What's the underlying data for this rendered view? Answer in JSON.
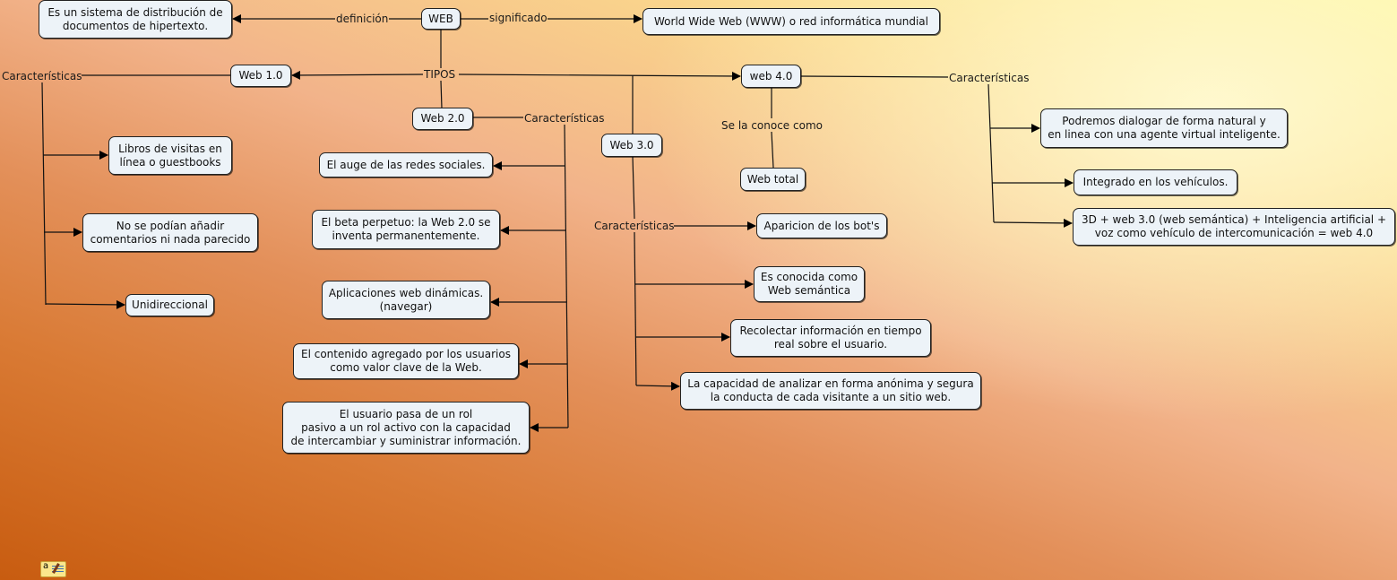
{
  "map": {
    "root": "WEB",
    "definition_link": "definición",
    "definition": "Es un sistema de distribución de\ndocumentos de hipertexto.",
    "meaning_link": "significado",
    "meaning": "World Wide Web (WWW) o red informática mundial",
    "types_link": "TIPOS",
    "web1": {
      "title": "Web 1.0",
      "link": "Características",
      "items": [
        "Libros de visitas en\nlínea o guestbooks",
        "No se podían añadir\ncomentarios ni nada parecido",
        "Unidireccional"
      ]
    },
    "web2": {
      "title": "Web 2.0",
      "link": "Características",
      "items": [
        "El auge de las redes sociales.",
        "El beta perpetuo: la Web 2.0 se\ninventa permanentemente.",
        "Aplicaciones web dinámicas.\n(navegar)",
        "El contenido agregado por los usuarios\ncomo valor clave de la Web.",
        "El usuario pasa de un rol\npasivo a un rol activo con la capacidad\nde intercambiar y suministrar información."
      ]
    },
    "web3": {
      "title": "Web 3.0",
      "link": "Características",
      "items": [
        "Aparicion de los bot's",
        "Es conocida como\nWeb semántica",
        "Recolectar información en tiempo\nreal sobre el usuario.",
        "La capacidad de analizar en forma anónima y segura\nla conducta de cada visitante a un sitio web."
      ]
    },
    "web4": {
      "title": "web 4.0",
      "alias_link": "Se la conoce como",
      "alias": "Web total",
      "link": "Características",
      "items": [
        "Podremos dialogar de forma natural y\nen linea con una agente virtual inteligente.",
        "Integrado en los vehículos.",
        "3D + web 3.0 (web semántica) + Inteligencia artificial +\nvoz como vehículo de intercomunicación = web 4.0"
      ]
    }
  },
  "toolbar": {
    "notes_icon_letter": "a"
  }
}
